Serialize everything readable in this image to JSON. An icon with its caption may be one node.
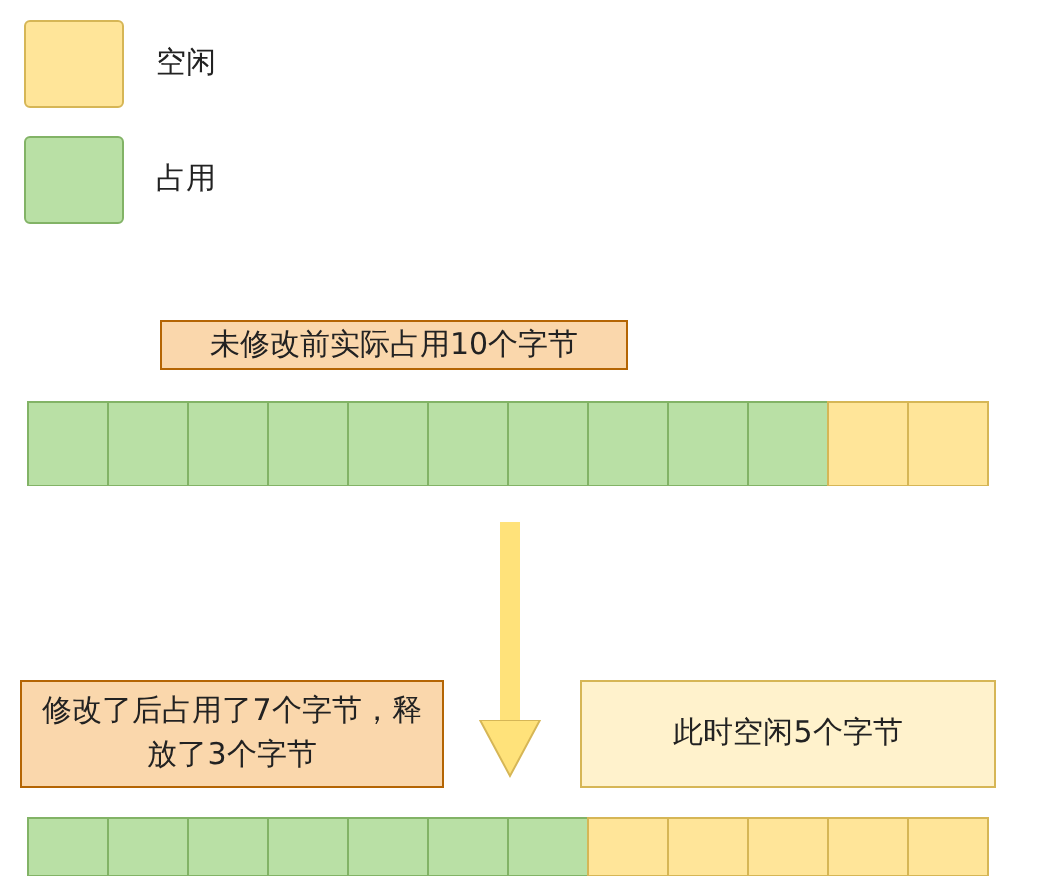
{
  "diagram": {
    "nodes": [
      {
        "text": [
          "未修改前实际占用10个字节"
        ]
      },
      {
        "text": [],
        "shape": "bar"
      },
      {
        "text": [
          "修改了后占用了7个字节，释放了3个字节"
        ]
      },
      {
        "text": [
          "此时空闲5个字节"
        ]
      },
      {
        "text": [],
        "shape": "bar"
      }
    ],
    "edges": [
      {
        "from": 1,
        "to": 4,
        "arrow": "to"
      }
    ],
    "legend": [
      {
        "text": "空闲",
        "color": "#ffe599"
      },
      {
        "text": "占用",
        "color": "#b9e0a5"
      }
    ]
  }
}
